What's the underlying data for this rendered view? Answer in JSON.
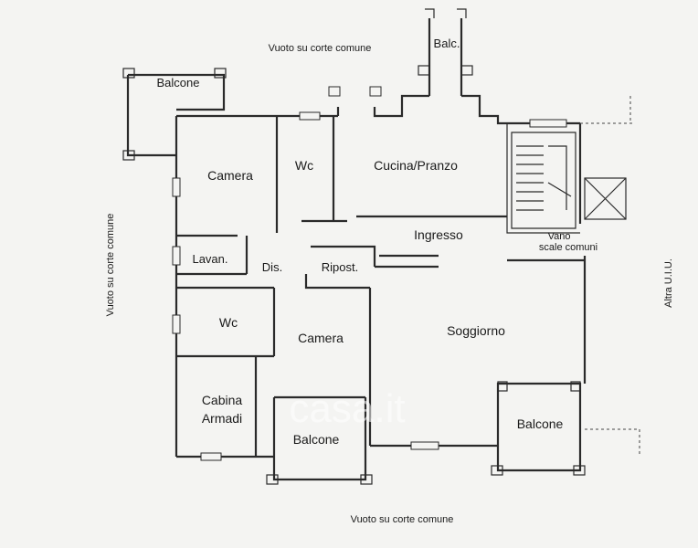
{
  "labels": {
    "top_courtyard": "Vuoto su corte comune",
    "bottom_courtyard": "Vuoto su corte comune",
    "left_courtyard": "Vuoto su corte comune",
    "right_unit": "Altra U.I.U."
  },
  "rooms": {
    "balcone_top_left": "Balcone",
    "balc_top": "Balc.",
    "camera_1": "Camera",
    "wc_1": "Wc",
    "cucina_pranzo": "Cucina/Pranzo",
    "ingresso": "Ingresso",
    "vano": "Vano",
    "scale_comuni": "scale comuni",
    "lavan": "Lavan.",
    "dis": "Dis.",
    "ripost": "Ripost.",
    "wc_2": "Wc",
    "camera_2": "Camera",
    "soggiorno": "Soggiorno",
    "cabina": "Cabina",
    "armadi": "Armadi",
    "balcone_bottom": "Balcone",
    "balcone_right": "Balcone"
  },
  "watermark": "casa.it",
  "colors": {
    "line": "#2a2a2a",
    "background": "#f4f4f2"
  }
}
